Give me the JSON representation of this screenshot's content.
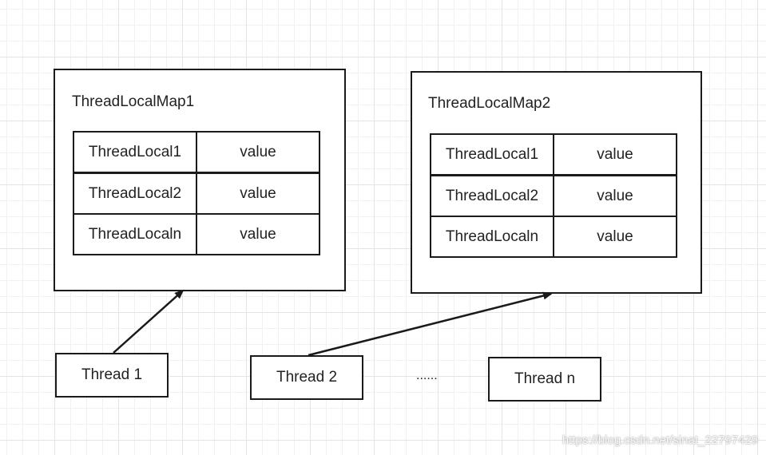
{
  "maps": [
    {
      "title": "ThreadLocalMap1",
      "entries": [
        {
          "key": "ThreadLocal1",
          "value": "value"
        },
        {
          "key": "ThreadLocal2",
          "value": "value"
        },
        {
          "key": "ThreadLocaln",
          "value": "value"
        }
      ]
    },
    {
      "title": "ThreadLocalMap2",
      "entries": [
        {
          "key": "ThreadLocal1",
          "value": "value"
        },
        {
          "key": "ThreadLocal2",
          "value": "value"
        },
        {
          "key": "ThreadLocaln",
          "value": "value"
        }
      ]
    }
  ],
  "threads": [
    "Thread 1",
    "Thread 2",
    "Thread n"
  ],
  "ellipsis": "......",
  "watermark": "https://blog.csdn.net/sinat_22797429",
  "colors": {
    "stroke": "#1a1a1a",
    "grid": "#e4e4e4",
    "background": "#ffffff"
  }
}
